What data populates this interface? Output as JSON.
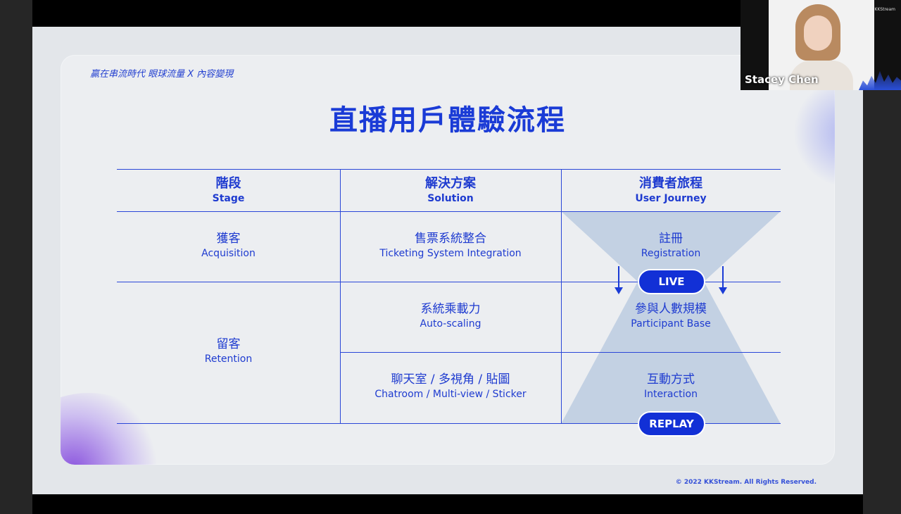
{
  "slide": {
    "breadcrumb": "贏在串流時代 眼球流量 X 內容變現",
    "title": "直播用戶體驗流程",
    "footer": "© 2022 KKStream. All Rights Reserved."
  },
  "table": {
    "headers": [
      {
        "zh": "階段",
        "en": "Stage"
      },
      {
        "zh": "解決方案",
        "en": "Solution"
      },
      {
        "zh": "消費者旅程",
        "en": "User Journey"
      }
    ],
    "stages": [
      {
        "zh": "獲客",
        "en": "Acquisition"
      },
      {
        "zh": "留客",
        "en": "Retention"
      }
    ],
    "solutions": [
      {
        "zh": "售票系統整合",
        "en": "Ticketing System Integration"
      },
      {
        "zh": "系統乘載力",
        "en": "Auto-scaling"
      },
      {
        "zh": "聊天室 / 多視角 / 貼圖",
        "en": "Chatroom / Multi-view / Sticker"
      }
    ],
    "journey": [
      {
        "zh": "註冊",
        "en": "Registration"
      },
      {
        "zh": "參與人數規模",
        "en": "Participant Base"
      },
      {
        "zh": "互動方式",
        "en": "Interaction"
      }
    ],
    "badges": {
      "live": "LIVE",
      "replay": "REPLAY"
    }
  },
  "video": {
    "participant_name": "Stacey Chen",
    "brand": "KKStream"
  },
  "colors": {
    "accent": "#1a3bd6",
    "funnel": "#bccbe0",
    "slide_bg": "#e3e6ea"
  }
}
